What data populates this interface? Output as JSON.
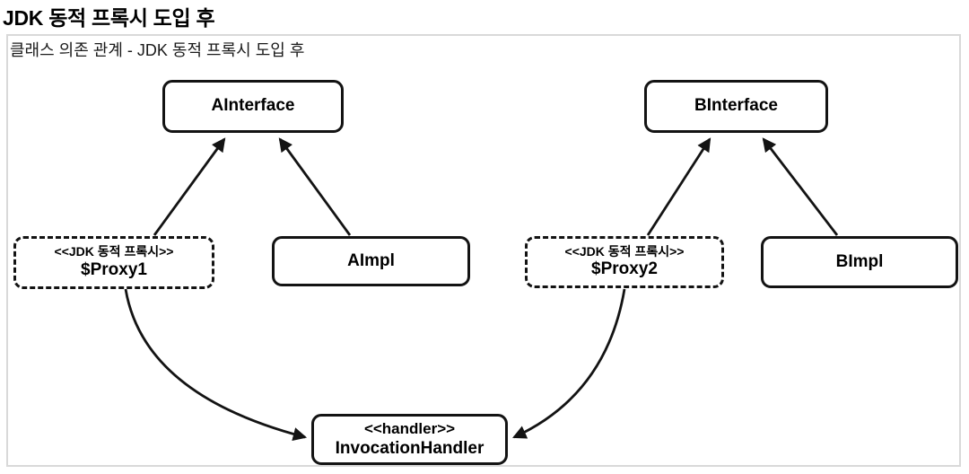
{
  "page": {
    "title": "JDK 동적 프록시 도입 후"
  },
  "diagram": {
    "caption": "클래스 의존 관계 - JDK 동적 프록시 도입 후",
    "nodes": {
      "a_interface": {
        "label": "AInterface"
      },
      "b_interface": {
        "label": "BInterface"
      },
      "proxy1": {
        "stereotype": "<<JDK 동적 프록시>>",
        "label": "$Proxy1"
      },
      "proxy2": {
        "stereotype": "<<JDK 동적 프록시>>",
        "label": "$Proxy2"
      },
      "a_impl": {
        "label": "AImpl"
      },
      "b_impl": {
        "label": "BImpl"
      },
      "handler": {
        "stereotype": "<<handler>>",
        "label": "InvocationHandler"
      }
    },
    "edges": [
      {
        "from": "$Proxy1",
        "to": "AInterface",
        "style": "straight-arrow"
      },
      {
        "from": "AImpl",
        "to": "AInterface",
        "style": "straight-arrow"
      },
      {
        "from": "$Proxy2",
        "to": "BInterface",
        "style": "straight-arrow"
      },
      {
        "from": "BImpl",
        "to": "BInterface",
        "style": "straight-arrow"
      },
      {
        "from": "$Proxy1",
        "to": "InvocationHandler",
        "style": "curved-arrow"
      },
      {
        "from": "$Proxy2",
        "to": "InvocationHandler",
        "style": "curved-arrow"
      }
    ],
    "colors": {
      "node_border": "#131313",
      "arrow": "#131313",
      "frame_border": "#d9d9d9",
      "background": "#ffffff",
      "text": "#000000"
    }
  }
}
